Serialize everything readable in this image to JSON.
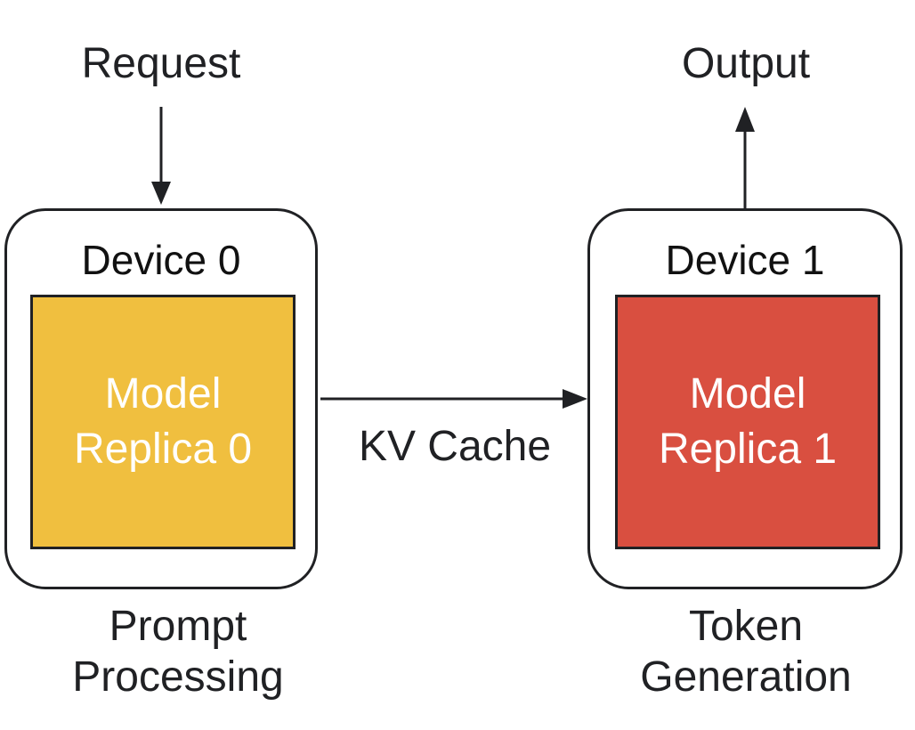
{
  "request_label": "Request",
  "output_label": "Output",
  "kv_label": "KV Cache",
  "devices": [
    {
      "title": "Device 0",
      "model_line1": "Model",
      "model_line2": "Replica 0",
      "caption_line1": "Prompt",
      "caption_line2": "Processing",
      "color": "#f0bf3f"
    },
    {
      "title": "Device 1",
      "model_line1": "Model",
      "model_line2": "Replica 1",
      "caption_line1": "Token",
      "caption_line2": "Generation",
      "color": "#d94f40"
    }
  ],
  "colors": {
    "stroke": "#202124",
    "model_text": "#ffffff",
    "background": "#ffffff"
  }
}
